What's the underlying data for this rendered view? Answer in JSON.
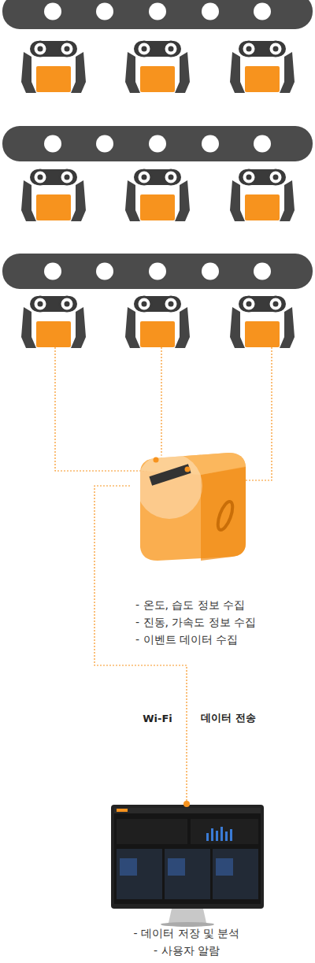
{
  "diagram": {
    "nodes": [
      {
        "text": [
          "- 온도, 습도 정보 수집",
          "- 진동, 가속도 정보 수집",
          "- 이벤트 데이터 수집"
        ]
      },
      {
        "text": [
          "- 데이터 저장 및 분석",
          "- 사용자 알람"
        ]
      }
    ],
    "edges": [
      {
        "from": 0,
        "to": 1,
        "arrow": "none"
      }
    ],
    "labels": [
      "Wi-Fi",
      "데이터 전송"
    ]
  }
}
